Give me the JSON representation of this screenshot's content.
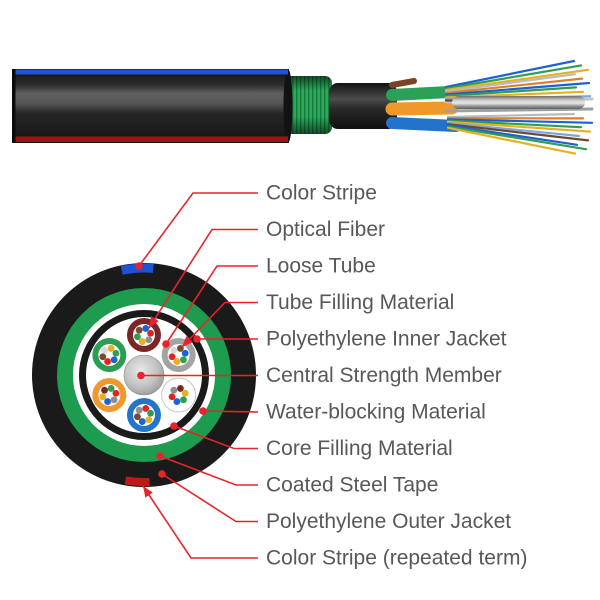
{
  "diagram": {
    "type": "fiber-optic-cable-structure",
    "colors": {
      "leader_line": "#e8232b",
      "label_text": "#595757",
      "jacket_black": "#1a1a1a",
      "steel_tape_green": "#1d9b4e",
      "stripe_blue": "#1e53d4",
      "stripe_red": "#a31212",
      "strength_member_gray": "#b9b9b9",
      "core_white": "#ffffff"
    },
    "labels": [
      {
        "id": "color-stripe-top",
        "text": "Color Stripe",
        "marker": "dot"
      },
      {
        "id": "optical-fiber",
        "text": "Optical Fiber",
        "marker": "arrow"
      },
      {
        "id": "loose-tube",
        "text": "Loose Tube",
        "marker": "dot"
      },
      {
        "id": "tube-filling-material",
        "text": "Tube Filling Material",
        "marker": "arrow"
      },
      {
        "id": "polyethylene-inner-jacket",
        "text": "Polyethylene Inner Jacket",
        "marker": "dot"
      },
      {
        "id": "central-strength-member",
        "text": "Central Strength Member",
        "marker": "dot"
      },
      {
        "id": "water-blocking-material",
        "text": "Water-blocking Material",
        "marker": "dot"
      },
      {
        "id": "core-filling-material",
        "text": "Core Filling Material",
        "marker": "dot"
      },
      {
        "id": "coated-steel-tape",
        "text": "Coated Steel Tape",
        "marker": "dot"
      },
      {
        "id": "polyethylene-outer-jacket",
        "text": "Polyethylene Outer Jacket",
        "marker": "dot"
      },
      {
        "id": "color-stripe-bottom",
        "text": "Color Stripe (repeated term)",
        "marker": "arrow"
      }
    ],
    "cross_section": {
      "rings": [
        {
          "name": "polyethylene-outer-jacket",
          "color": "#1a1a1a",
          "radius": 112
        },
        {
          "name": "coated-steel-tape",
          "color": "#1d9b4e",
          "radius": 87
        },
        {
          "name": "water-blocking-material",
          "color": "#ffffff",
          "radius": 71
        },
        {
          "name": "polyethylene-inner-jacket",
          "color": "#1a1a1a",
          "radius": 65
        },
        {
          "name": "core-filling-material",
          "color": "#ffffff",
          "radius": 58
        }
      ],
      "central_strength_member": {
        "color": "#b9b9b9",
        "radius": 20
      },
      "stripe_top_color": "#1e53d4",
      "stripe_bottom_color": "#c01818",
      "tubes": [
        {
          "name": "loose-tube-top",
          "angle_deg": -90,
          "color": "#7a2727",
          "stroke": "none",
          "fibers": [
            "#1d62d8",
            "#e02424",
            "#8f8f8f",
            "#e8b021",
            "#2f9e53",
            "#7a4a2a"
          ]
        },
        {
          "name": "loose-tube-upper-right",
          "angle_deg": -30,
          "color": "#a3a3a3",
          "stroke": "none",
          "fibers": [
            "#7a4a2a",
            "#1d62d8",
            "#2f9e53",
            "#e8b021",
            "#e02424",
            "#d9d9d9"
          ]
        },
        {
          "name": "loose-tube-lower-right",
          "angle_deg": 30,
          "color": "#ffffff",
          "stroke": "#c6c6c6",
          "fibers": [
            "#7a2727",
            "#e8b021",
            "#2f9e53",
            "#1d62d8",
            "#e02424",
            "#8f8f8f"
          ]
        },
        {
          "name": "loose-tube-bottom",
          "angle_deg": 90,
          "color": "#2176ca",
          "stroke": "none",
          "fibers": [
            "#e02424",
            "#2f9e53",
            "#e8b021",
            "#1d62d8",
            "#7a4a2a",
            "#8f8f8f"
          ]
        },
        {
          "name": "loose-tube-lower-left",
          "angle_deg": 150,
          "color": "#f0982d",
          "stroke": "none",
          "fibers": [
            "#2f9e53",
            "#e02424",
            "#8f8f8f",
            "#1d62d8",
            "#e8b021",
            "#7a2727"
          ]
        },
        {
          "name": "loose-tube-upper-left",
          "angle_deg": -150,
          "color": "#2a9e52",
          "stroke": "none",
          "fibers": [
            "#e8b021",
            "#2f9e53",
            "#1d62d8",
            "#e02424",
            "#7a4a2a",
            "#d9d9d9"
          ]
        }
      ]
    },
    "cable_3d": {
      "stub_tube_colors": [
        "#7a4326",
        "#2ba158",
        "#f0992b",
        "#2273cb"
      ],
      "fiber_colors": [
        "#1e5fd6",
        "#2f9e53",
        "#e8b021",
        "#b6bbbd",
        "#d9822b",
        "#1e5fd6",
        "#2f9e53",
        "#e8b021",
        "#7ba7e0",
        "#6b4a2f"
      ]
    }
  }
}
